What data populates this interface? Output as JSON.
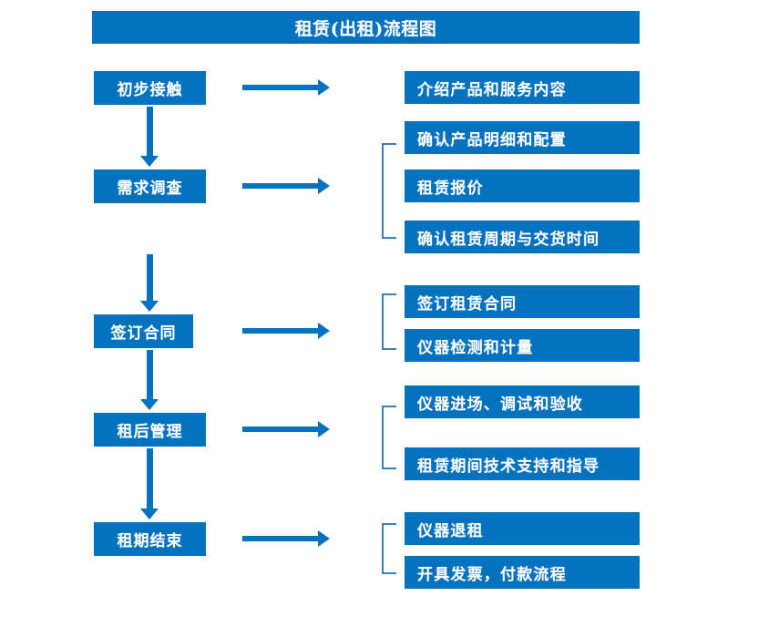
{
  "diagram": {
    "title": "租赁(出租)流程图",
    "accent_color": "#0572c0",
    "bracket_color": "#3f7fbf",
    "text_color": "#ffffff",
    "background_color": "#ffffff"
  },
  "stages": [
    {
      "id": "stage-1",
      "label": "初步接触"
    },
    {
      "id": "stage-2",
      "label": "需求调查"
    },
    {
      "id": "stage-3",
      "label": "签订合同"
    },
    {
      "id": "stage-4",
      "label": "租后管理"
    },
    {
      "id": "stage-5",
      "label": "租期结束"
    }
  ],
  "details": [
    {
      "id": "detail-1",
      "label": "介绍产品和服务内容",
      "stage": "初步接触"
    },
    {
      "id": "detail-2",
      "label": "确认产品明细和配置",
      "stage": "需求调查"
    },
    {
      "id": "detail-3",
      "label": "租赁报价",
      "stage": "需求调查"
    },
    {
      "id": "detail-4",
      "label": "确认租赁周期与交货时间",
      "stage": "需求调查"
    },
    {
      "id": "detail-5",
      "label": "签订租赁合同",
      "stage": "签订合同"
    },
    {
      "id": "detail-6",
      "label": "仪器检测和计量",
      "stage": "签订合同"
    },
    {
      "id": "detail-7",
      "label": "仪器进场、调试和验收",
      "stage": "租后管理"
    },
    {
      "id": "detail-8",
      "label": "租赁期间技术支持和指导",
      "stage": "租后管理"
    },
    {
      "id": "detail-9",
      "label": "仪器退租",
      "stage": "租期结束"
    },
    {
      "id": "detail-10",
      "label": "开具发票，付款流程",
      "stage": "租期结束"
    }
  ],
  "chart_data": {
    "type": "diagram",
    "title": "租赁(出租)流程图",
    "flow": [
      {
        "stage": "初步接触",
        "outputs": [
          "介绍产品和服务内容"
        ]
      },
      {
        "stage": "需求调查",
        "outputs": [
          "确认产品明细和配置",
          "租赁报价",
          "确认租赁周期与交货时间"
        ]
      },
      {
        "stage": "签订合同",
        "outputs": [
          "签订租赁合同",
          "仪器检测和计量"
        ]
      },
      {
        "stage": "租后管理",
        "outputs": [
          "仪器进场、调试和验收",
          "租赁期间技术支持和指导"
        ]
      },
      {
        "stage": "租期结束",
        "outputs": [
          "仪器退租",
          "开具发票，付款流程"
        ]
      }
    ]
  }
}
